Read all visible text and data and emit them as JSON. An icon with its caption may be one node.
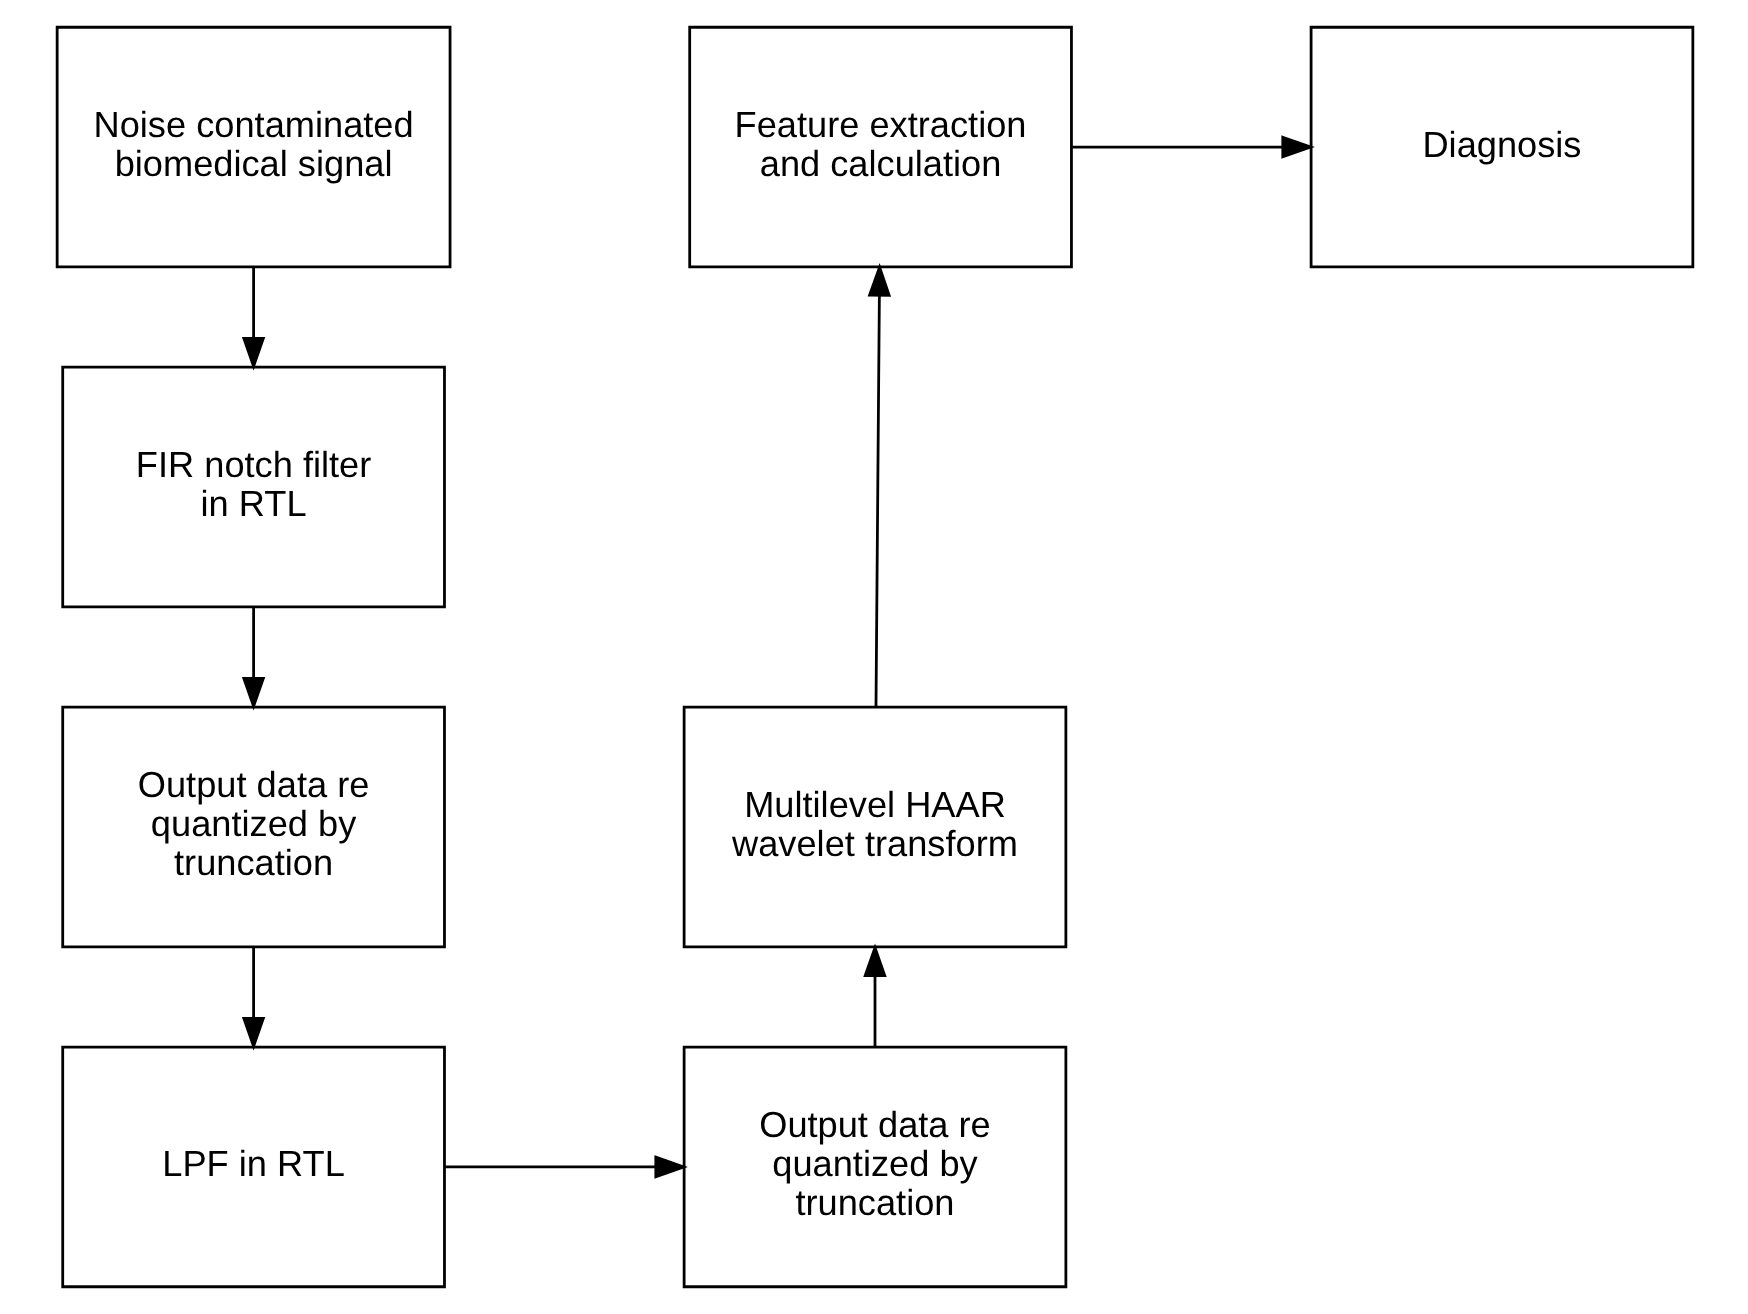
{
  "diagram": {
    "nodes": [
      {
        "text": [
          "Noise contaminated biomedical signal"
        ]
      },
      {
        "text": [
          "FIR notch filter in RTL"
        ]
      },
      {
        "text": [
          "Output data re quantized by truncation"
        ]
      },
      {
        "text": [
          "LPF in RTL"
        ]
      },
      {
        "text": [
          "Output data re quantized by truncation"
        ]
      },
      {
        "text": [
          "Multilevel HAAR wavelet transform"
        ]
      },
      {
        "text": [
          "Feature extraction and calculation"
        ]
      },
      {
        "text": [
          "Diagnosis"
        ]
      }
    ],
    "edges": [
      {
        "from": 0,
        "to": 1,
        "arrow": "to"
      },
      {
        "from": 1,
        "to": 2,
        "arrow": "to"
      },
      {
        "from": 2,
        "to": 3,
        "arrow": "to"
      },
      {
        "from": 3,
        "to": 4,
        "arrow": "to"
      },
      {
        "from": 4,
        "to": 5,
        "arrow": "to"
      },
      {
        "from": 5,
        "to": 6,
        "arrow": "to"
      },
      {
        "from": 6,
        "to": 7,
        "arrow": "to"
      }
    ]
  }
}
